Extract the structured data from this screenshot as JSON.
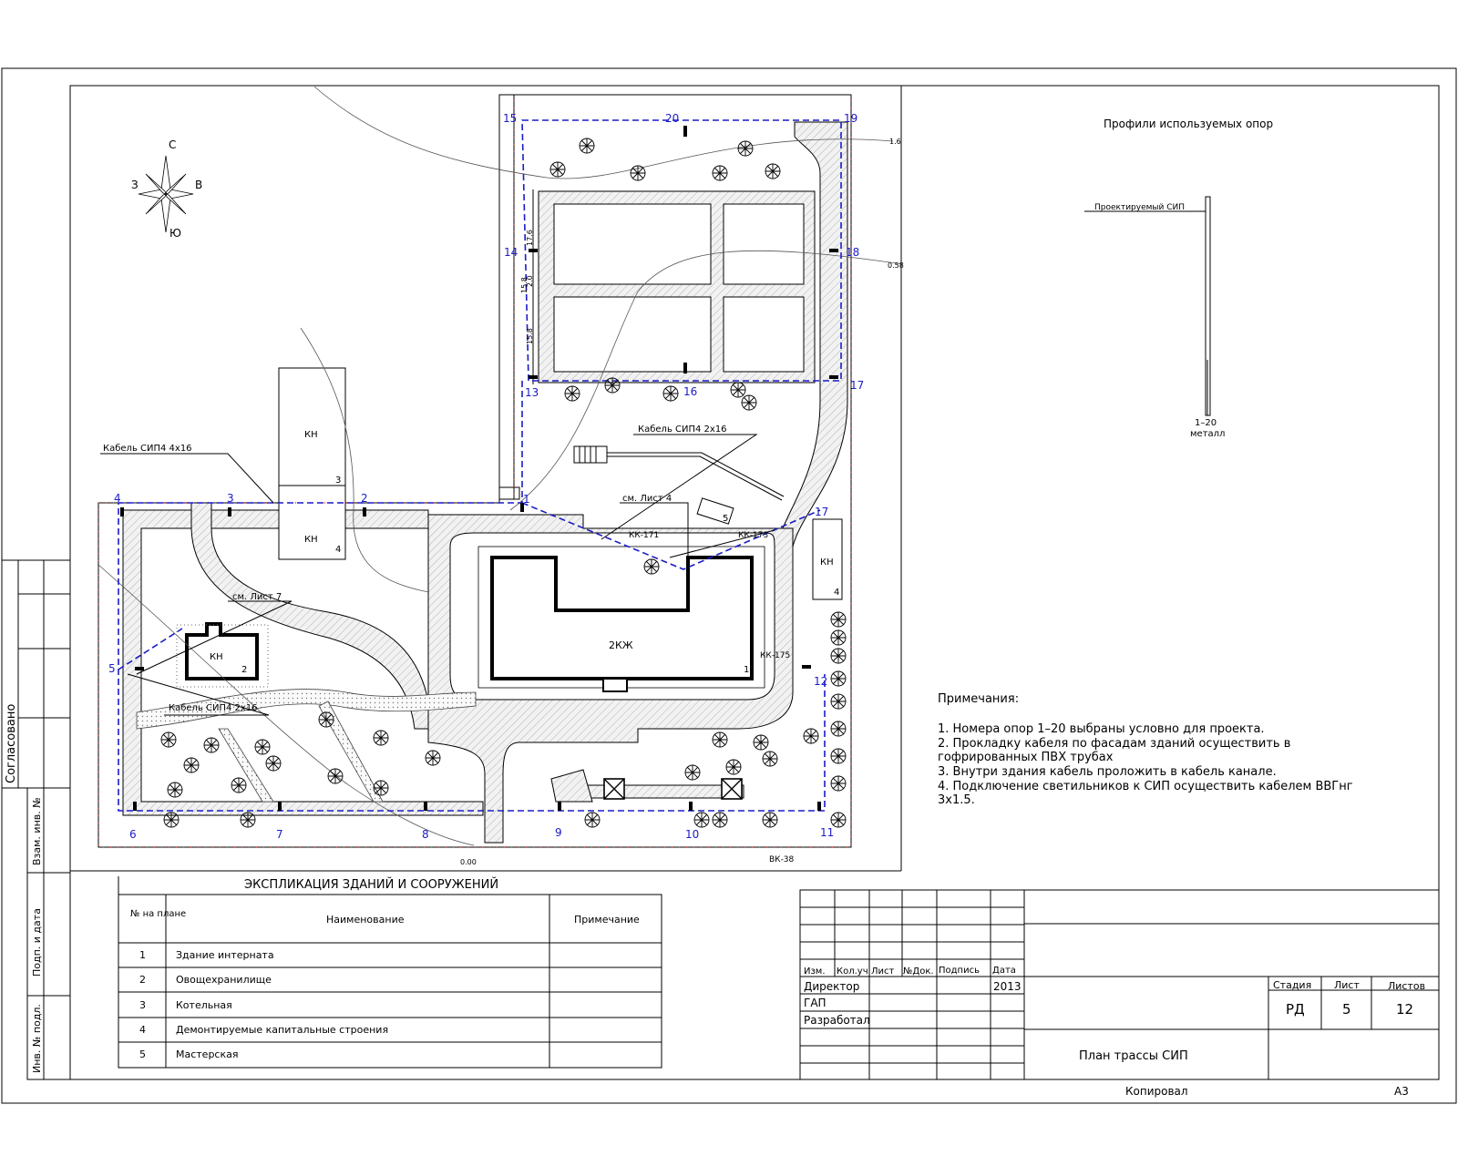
{
  "compass": {
    "north": "С",
    "south": "Ю",
    "west": "З",
    "east": "В"
  },
  "poles": [
    {
      "num": "1"
    },
    {
      "num": "2"
    },
    {
      "num": "3"
    },
    {
      "num": "4"
    },
    {
      "num": "5"
    },
    {
      "num": "6"
    },
    {
      "num": "7"
    },
    {
      "num": "8"
    },
    {
      "num": "9"
    },
    {
      "num": "10"
    },
    {
      "num": "11"
    },
    {
      "num": "12"
    },
    {
      "num": "13"
    },
    {
      "num": "14"
    },
    {
      "num": "15"
    },
    {
      "num": "16"
    },
    {
      "num": "17"
    },
    {
      "num": "18"
    },
    {
      "num": "19"
    },
    {
      "num": "20"
    }
  ],
  "plan": {
    "cable_4x16": "Кабель СИП4 4х16",
    "cable_2x16_top": "Кабель СИП4 2х16",
    "cable_2x16_left": "Кабель СИП4 2х16",
    "see_sheet_4": "см. Лист 4",
    "see_sheet_7": "см. Лист 7",
    "kn_top": "КН",
    "kn_top_num3": "3",
    "kn_mid": "КН",
    "kn_mid_num4": "4",
    "kn_left": "КН",
    "kn_left_num2": "2",
    "kn_right": "КН",
    "kn_right_num4": "4",
    "main_building": "2КЖ",
    "main_building_num": "1",
    "workshop_num": "5",
    "kk171": "КК-171",
    "kk173": "КК-173",
    "kk175": "КК-175",
    "vk38": "ВК-38",
    "dim_176": "17.6",
    "dim_20": "2.0",
    "dim_158a": "15.8",
    "dim_158b": "15.8",
    "elev_16": "1.6",
    "elev_058": "0.58",
    "elev_000": "0.00"
  },
  "profiles": {
    "title": "Профили используемых опор",
    "sip_label": "Проектируемый СИП",
    "pole_range": "1–20",
    "material": "металл"
  },
  "notes": {
    "title": "Примечания:",
    "items": [
      "1.  Номера опор 1–20 выбраны условно для проекта.",
      "2.  Прокладку кабеля по фасадам зданий осуществить в",
      "гофрированных ПВХ трубах",
      "3.  Внутри здания кабель проложить в кабель канале.",
      "4.  Подключение светильников к СИП осуществить кабелем ВВГнг",
      "3х1.5."
    ]
  },
  "explication": {
    "title": "ЭКСПЛИКАЦИЯ ЗДАНИЙ И СООРУЖЕНИЙ",
    "col_num": "№ на плане",
    "col_name": "Наименование",
    "col_note": "Примечание",
    "rows": [
      {
        "num": "1",
        "name": "Здание интерната",
        "note": ""
      },
      {
        "num": "2",
        "name": "Овощехранилище",
        "note": ""
      },
      {
        "num": "3",
        "name": "Котельная",
        "note": ""
      },
      {
        "num": "4",
        "name": "Демонтируемые капитальные строения",
        "note": ""
      },
      {
        "num": "5",
        "name": "Мастерская",
        "note": ""
      }
    ]
  },
  "side_stamp": {
    "agreed": "Согласовано",
    "inv_replace": "Взам. инв. №",
    "sign_date": "Подп. и дата",
    "inv_orig": "Инв. № подл."
  },
  "title_block": {
    "h_izm": "Изм.",
    "h_kol": "Кол.уч",
    "h_list": "Лист",
    "h_ndok": "№Док.",
    "h_podp": "Подпись",
    "h_data": "Дата",
    "director": "Директор",
    "year": "2013",
    "gap": "ГАП",
    "developer": "Разработал",
    "stage_h": "Стадия",
    "sheet_h": "Лист",
    "sheets_h": "Листов",
    "stage": "РД",
    "sheet": "5",
    "sheets": "12",
    "drawing_title": "План трассы СИП",
    "copied": "Копировал",
    "format": "А3"
  }
}
